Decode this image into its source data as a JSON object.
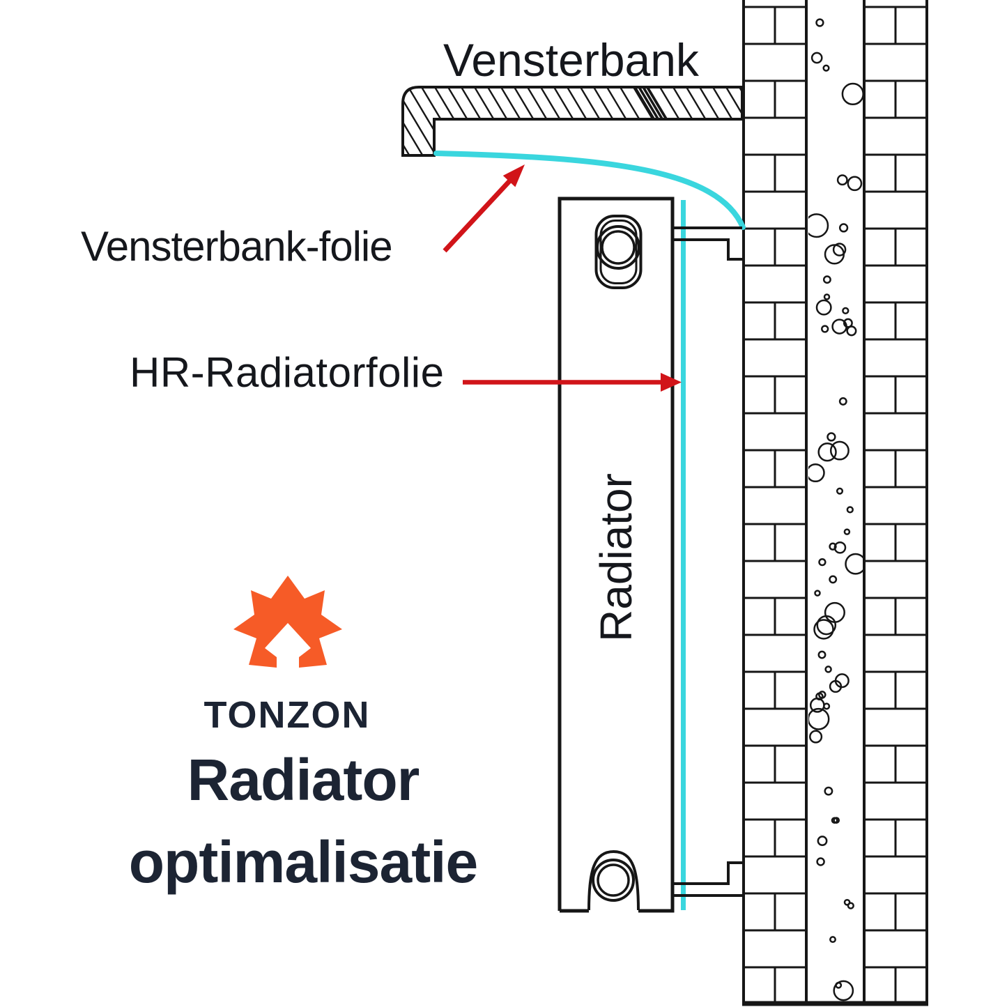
{
  "diagram": {
    "title": "Vensterbank",
    "label_vensterbank_folie": "Vensterbank-folie",
    "label_hr_radiatorfolie": "HR-Radiatorfolie",
    "label_radiator": "Radiator"
  },
  "logo": {
    "brand": "TONZON",
    "tagline_line1": "Radiator",
    "tagline_line2": "optimalisatie"
  },
  "colors": {
    "line": "#161616",
    "foil_cyan": "#3ad6de",
    "arrow_red": "#d11419",
    "logo_orange": "#f65b27",
    "brand_navy": "#1c2433",
    "text_black": "#15171c"
  }
}
